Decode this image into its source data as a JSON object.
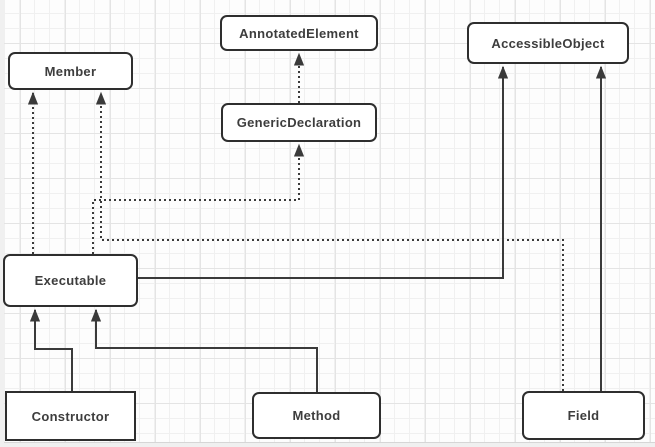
{
  "diagram": {
    "nodes": [
      {
        "id": "member",
        "label": "Member"
      },
      {
        "id": "annotated-element",
        "label": "AnnotatedElement"
      },
      {
        "id": "accessible-object",
        "label": "AccessibleObject"
      },
      {
        "id": "generic-declaration",
        "label": "GenericDeclaration"
      },
      {
        "id": "executable",
        "label": "Executable"
      },
      {
        "id": "constructor",
        "label": "Constructor"
      },
      {
        "id": "method",
        "label": "Method"
      },
      {
        "id": "field",
        "label": "Field"
      }
    ],
    "edges": [
      {
        "from": "Executable",
        "to": "Member",
        "style": "dotted"
      },
      {
        "from": "Field",
        "to": "Member",
        "style": "dotted"
      },
      {
        "from": "Executable",
        "to": "GenericDeclaration",
        "style": "dotted"
      },
      {
        "from": "GenericDeclaration",
        "to": "AnnotatedElement",
        "style": "dotted"
      },
      {
        "from": "Executable",
        "to": "AccessibleObject",
        "style": "solid"
      },
      {
        "from": "Field",
        "to": "AccessibleObject",
        "style": "solid"
      },
      {
        "from": "Constructor",
        "to": "Executable",
        "style": "solid"
      },
      {
        "from": "Method",
        "to": "Executable",
        "style": "solid"
      }
    ],
    "colors": {
      "edge_stroke": "#3a3a3a",
      "node_border": "#2e2e2e",
      "node_fill": "#ffffff",
      "text": "#3d3d3d",
      "grid_minor": "#f0f0f0",
      "grid_major": "#e4e4e4",
      "page_edge": "#f0f0f0"
    }
  }
}
